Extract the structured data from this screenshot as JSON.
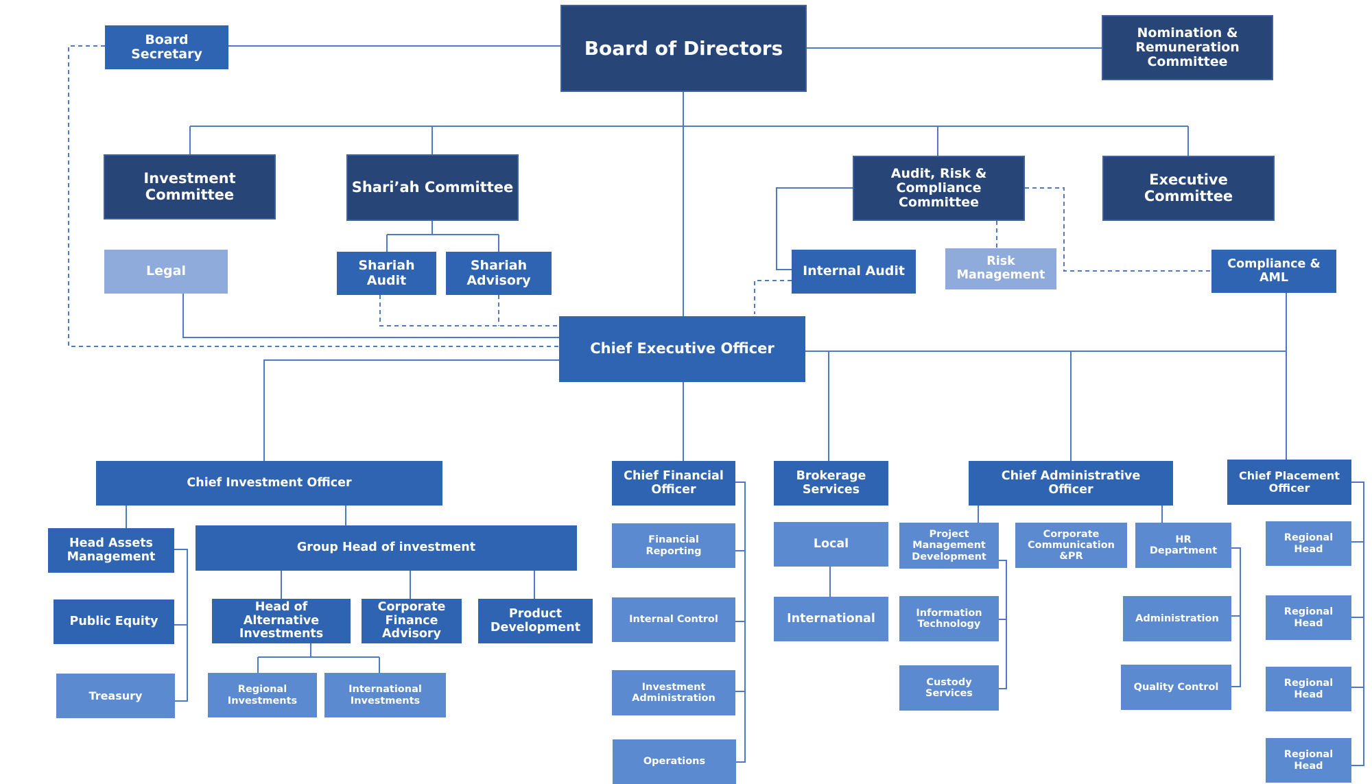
{
  "org_chart": {
    "board": {
      "board_of_directors": "Board of Directors",
      "board_secretary": "Board\nSecretary",
      "nomination": "Nomination &\nRemuneration\nCommittee"
    },
    "committees": {
      "investment": "Investment\nCommittee",
      "shariah": "Shari’ah Committee",
      "audit_risk": "Audit, Risk &\nCompliance\nCommittee",
      "executive": "Executive\nCommittee"
    },
    "support": {
      "legal": "Legal",
      "shariah_audit": "Shariah\nAudit",
      "shariah_advisory": "Shariah\nAdvisory",
      "internal_audit": "Internal Audit",
      "risk_management": "Risk\nManagement",
      "compliance_aml": "Compliance &\nAML"
    },
    "ceo": "Chief Executive Officer",
    "investment_division": {
      "cio": "Chief Investment Officer",
      "head_assets": "Head Assets\nManagement",
      "public_equity": "Public Equity",
      "treasury": "Treasury",
      "group_head": "Group Head of investment",
      "alternative": "Head of\nAlternative\nInvestments",
      "corporate_finance": "Corporate\nFinance\nAdvisory",
      "product_development": "Product\nDevelopment",
      "regional_investments": "Regional\nInvestments",
      "international_investments": "International\nInvestments"
    },
    "finance_division": {
      "cfo": "Chief Financial\nOfficer",
      "financial_reporting": "Financial\nReporting",
      "internal_control": "Internal Control",
      "investment_administration": "Investment\nAdministration",
      "operations": "Operations"
    },
    "brokerage_division": {
      "brokerage": "Brokerage\nServices",
      "local": "Local",
      "international": "International"
    },
    "admin_division": {
      "cao": "Chief Administrative\nOfficer",
      "project_management": "Project\nManagement\nDevelopment",
      "information_technology": "Information\nTechnology",
      "custody_services": "Custody\nServices",
      "corporate_communication": "Corporate\nCommunication\n&PR",
      "hr_department": "HR\nDepartment",
      "administration": "Administration",
      "quality_control": "Quality Control"
    },
    "placement_division": {
      "cpo": "Chief Placement\nOfficer",
      "regional_heads": [
        "Regional\nHead",
        "Regional\nHead",
        "Regional\nHead",
        "Regional\nHead"
      ]
    }
  },
  "colors": {
    "dark": "#274677",
    "mid": "#2f64b2",
    "light": "#5b8ad0",
    "pale": "#8fabdc",
    "line": "#4d79c7"
  }
}
